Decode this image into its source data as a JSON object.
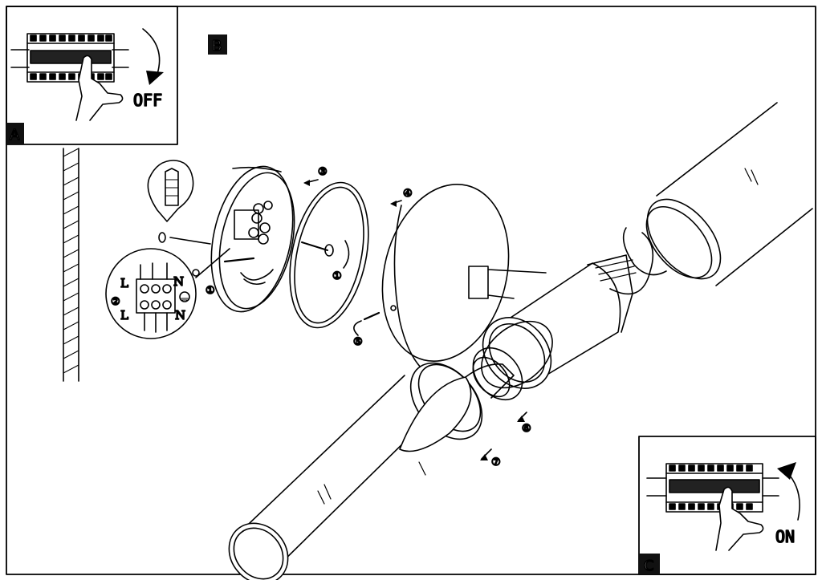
{
  "panels": {
    "a": {
      "badge": "A",
      "switch_label": "OFF"
    },
    "b": {
      "badge": "B"
    },
    "c": {
      "badge": "C",
      "switch_label": "ON"
    }
  },
  "wiring": {
    "terminal_labels": [
      "L",
      "N",
      "L",
      "N"
    ]
  },
  "steps": [
    "①",
    "②",
    "③",
    "①",
    "④",
    "⑤",
    "⑥",
    "⑦"
  ]
}
